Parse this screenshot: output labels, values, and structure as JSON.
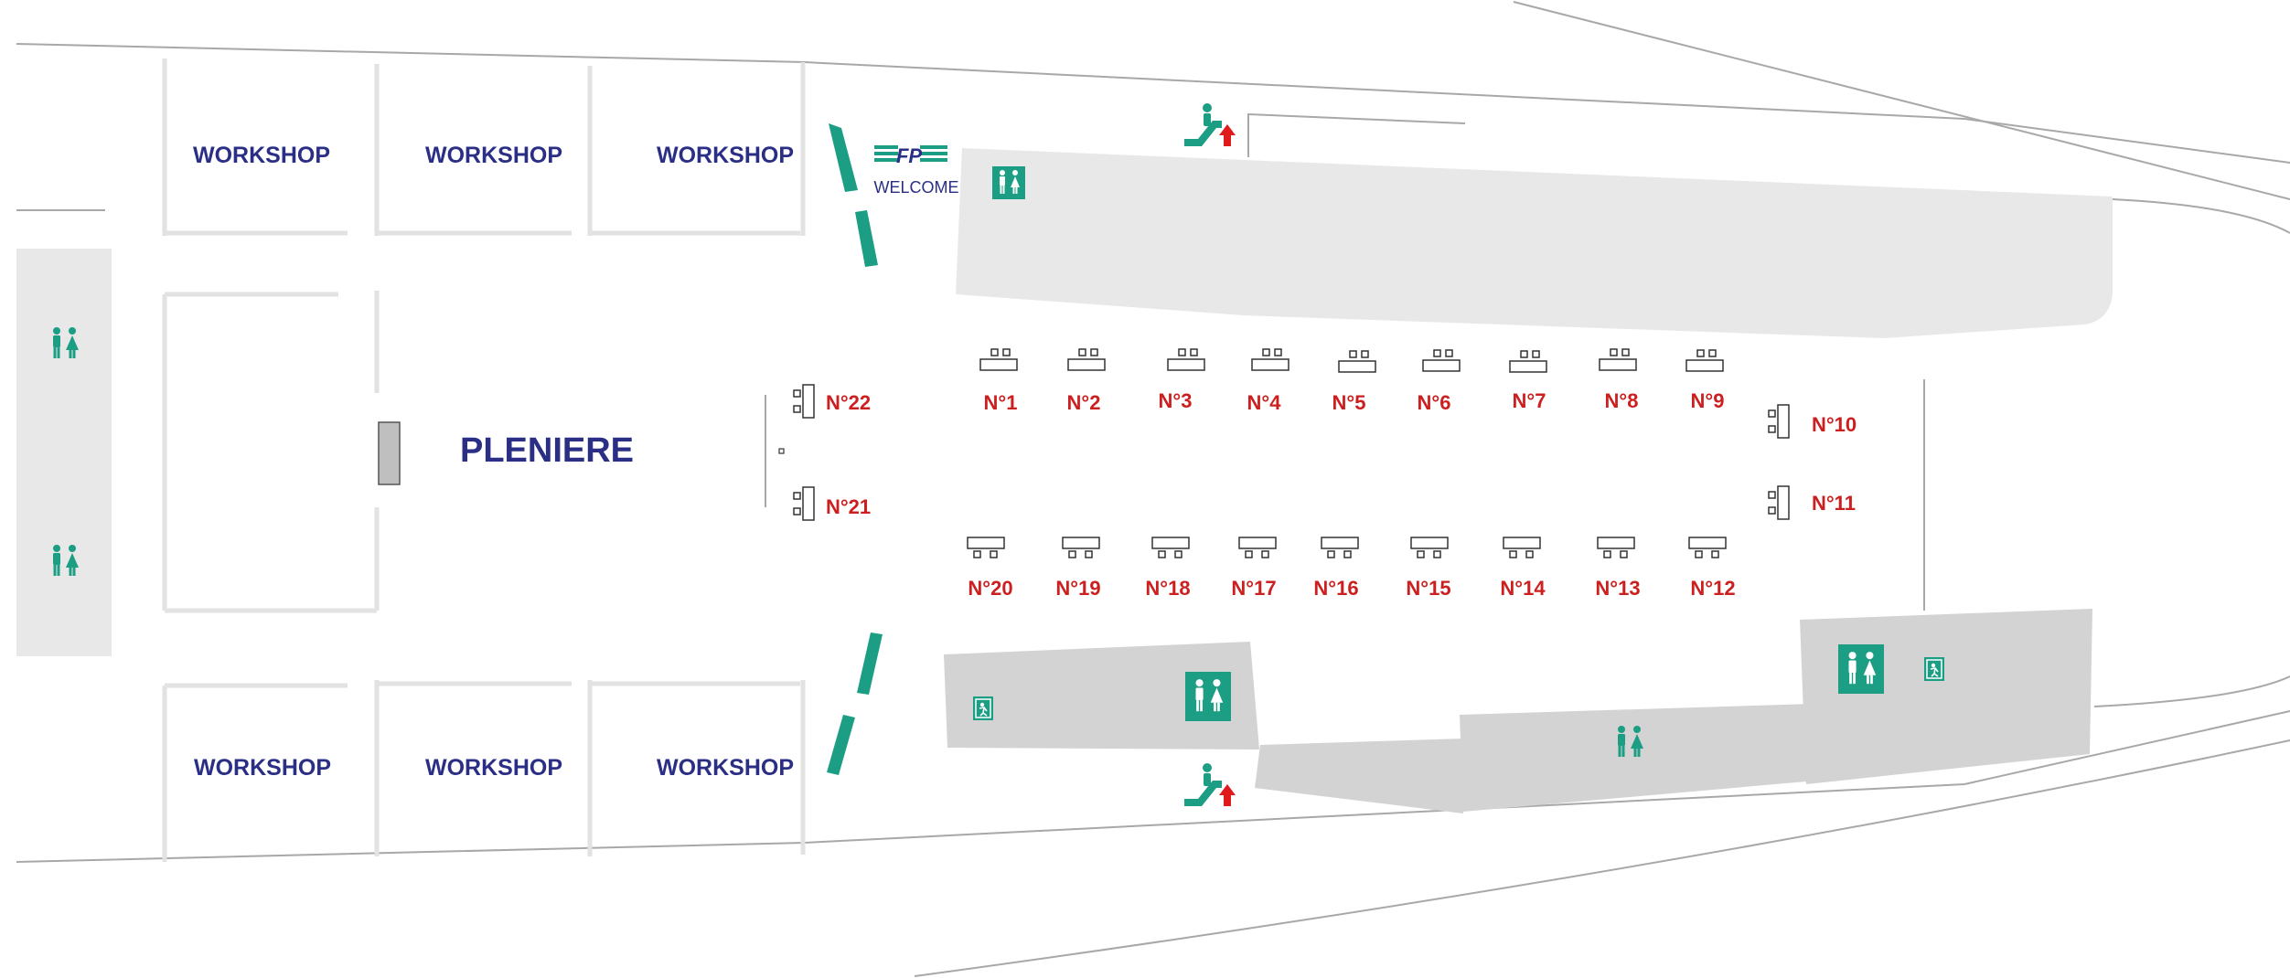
{
  "colors": {
    "accent_teal": "#1b9e84",
    "label_blue": "#2a2f85",
    "stand_red": "#cc1f1f",
    "zone_grey": "#e8e8e8",
    "zone_dark_grey": "#d3d3d3",
    "arrow_red": "#e01b1b"
  },
  "rooms": {
    "workshops": [
      "WORKSHOP",
      "WORKSHOP",
      "WORKSHOP",
      "WORKSHOP",
      "WORKSHOP",
      "WORKSHOP"
    ],
    "plenary": "PLENIERE",
    "welcome": "WELCOME"
  },
  "stands": {
    "top_row": [
      "N°1",
      "N°2",
      "N°3",
      "N°4",
      "N°5",
      "N°6",
      "N°7",
      "N°8",
      "N°9"
    ],
    "bottom_row": [
      "N°20",
      "N°19",
      "N°18",
      "N°17",
      "N°16",
      "N°15",
      "N°14",
      "N°13",
      "N°12"
    ],
    "right_side": [
      "N°10",
      "N°11"
    ],
    "left_side": [
      "N°22",
      "N°21"
    ]
  },
  "icons": {
    "restroom": "restroom-icon",
    "escalator": "escalator-up-icon",
    "emergency_exit": "emergency-exit-icon",
    "logo": "welcome-logo-icon"
  }
}
